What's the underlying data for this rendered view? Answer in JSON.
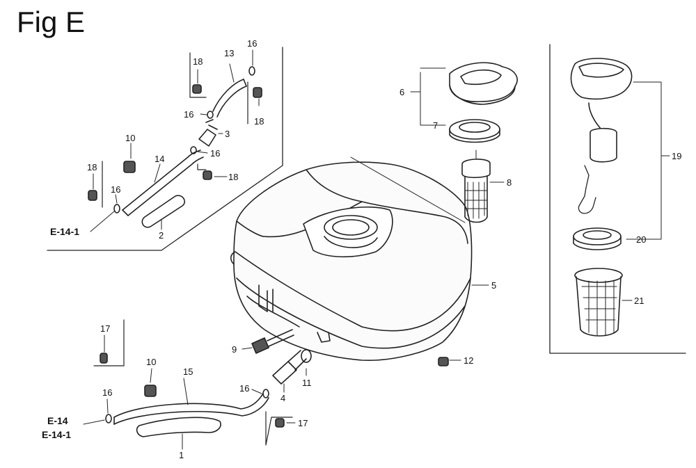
{
  "title": "Fig E",
  "labels": {
    "p1": "1",
    "p2": "2",
    "p3": "3",
    "p4": "4",
    "p5": "5",
    "p6": "6",
    "p7": "7",
    "p8": "8",
    "p9": "9",
    "p10a": "10",
    "p10b": "10",
    "p11": "11",
    "p12": "12",
    "p13": "13",
    "p14": "14",
    "p15": "15",
    "p16a": "16",
    "p16b": "16",
    "p16c": "16",
    "p16d": "16",
    "p16e": "16",
    "p16f": "16",
    "p17a": "17",
    "p17b": "17",
    "p18a": "18",
    "p18b": "18",
    "p18c": "18",
    "p18d": "18",
    "p19": "19",
    "p20": "20",
    "p21": "21"
  },
  "refs": {
    "e141_top": "E-14-1",
    "e14": "E-14",
    "e141_bottom": "E-14-1"
  }
}
